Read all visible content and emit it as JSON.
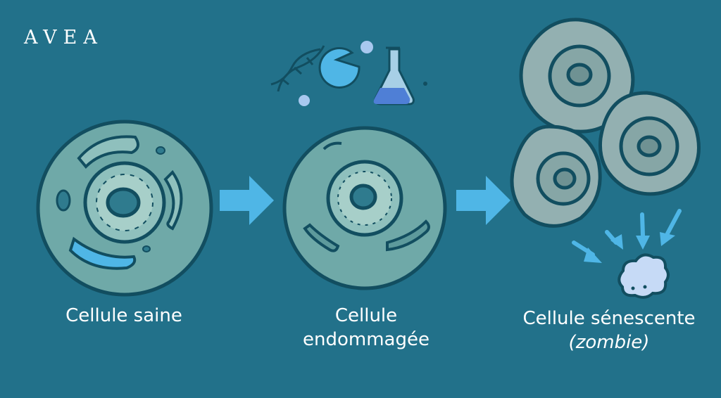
{
  "logo": {
    "text": "AVEA"
  },
  "stages": [
    {
      "label": "Cellule saine"
    },
    {
      "label_line1": "Cellule",
      "label_line2": "endommagée"
    },
    {
      "label": "Cellule sénescente",
      "sublabel": "(zombie)"
    }
  ],
  "colors": {
    "background": "#22718a",
    "arrow": "#4fb6e6",
    "cell_fill": "#6fa9a8",
    "senescent_fill": "#93b0b1",
    "outline": "#124e60",
    "cloud": "#c6daf6"
  },
  "icons": [
    "dna-icon",
    "pacman-molecule-icon",
    "flask-icon",
    "arrow-right-icon",
    "cloud-icon"
  ]
}
